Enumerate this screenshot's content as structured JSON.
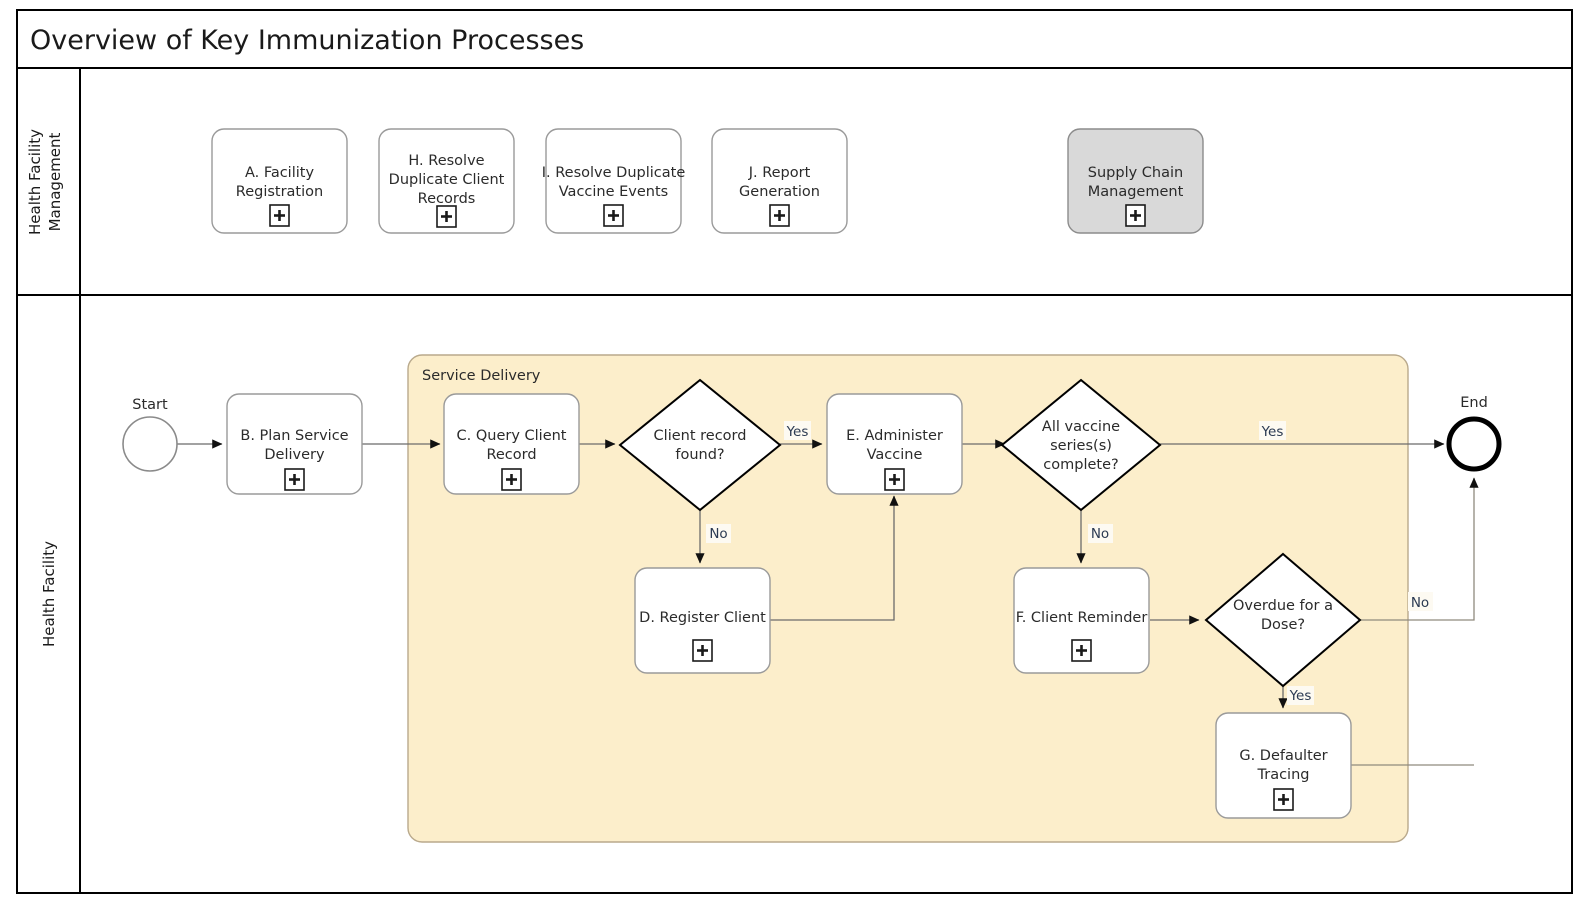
{
  "pool": {
    "title": "Overview of Key Immunization Processes",
    "lanes": [
      {
        "id": "lane-management",
        "label_line1": "Health Facility",
        "label_line2": "Management"
      },
      {
        "id": "lane-facility",
        "label_line1": "Health Facility",
        "label_line2": ""
      }
    ]
  },
  "management_tasks": [
    {
      "id": "task-a",
      "line1": "A. Facility",
      "line2": "Registration",
      "line3": "",
      "shaded": false,
      "marker": "subprocess-plus-icon"
    },
    {
      "id": "task-h",
      "line1": "H. Resolve",
      "line2": "Duplicate Client",
      "line3": "Records",
      "shaded": false,
      "marker": "subprocess-plus-icon"
    },
    {
      "id": "task-i",
      "line1": "I. Resolve Duplicate",
      "line2": "Vaccine Events",
      "line3": "",
      "shaded": false,
      "marker": "subprocess-plus-icon"
    },
    {
      "id": "task-j",
      "line1": "J. Report",
      "line2": "Generation",
      "line3": "",
      "shaded": false,
      "marker": "subprocess-plus-icon"
    },
    {
      "id": "task-supply-chain",
      "line1": "Supply Chain",
      "line2": "Management",
      "line3": "",
      "shaded": true,
      "marker": "subprocess-plus-icon"
    }
  ],
  "events": {
    "start": {
      "id": "start-event",
      "label": "Start"
    },
    "end": {
      "id": "end-event",
      "label": "End"
    }
  },
  "subprocess": {
    "id": "service-delivery-group",
    "label": "Service Delivery",
    "fill": "#fceecb"
  },
  "facility_tasks": [
    {
      "id": "task-b",
      "line1": "B. Plan Service",
      "line2": "Delivery",
      "marker": "subprocess-plus-icon"
    },
    {
      "id": "task-c",
      "line1": "C. Query Client",
      "line2": "Record",
      "marker": "subprocess-plus-icon"
    },
    {
      "id": "task-d",
      "line1": "D. Register Client",
      "line2": "",
      "marker": "subprocess-plus-icon"
    },
    {
      "id": "task-e",
      "line1": "E. Administer",
      "line2": "Vaccine",
      "marker": "subprocess-plus-icon"
    },
    {
      "id": "task-f",
      "line1": "F. Client Reminder",
      "line2": "",
      "marker": "subprocess-plus-icon"
    },
    {
      "id": "task-g",
      "line1": "G. Defaulter",
      "line2": "Tracing",
      "marker": "subprocess-plus-icon"
    }
  ],
  "gateways": [
    {
      "id": "gw-client-record-found",
      "line1": "Client record",
      "line2": "found?",
      "line3": ""
    },
    {
      "id": "gw-series-complete",
      "line1": "All vaccine",
      "line2": "series(s)",
      "line3": "complete?"
    },
    {
      "id": "gw-overdue-dose",
      "line1": "Overdue for a",
      "line2": "Dose?",
      "line3": ""
    }
  ],
  "flow_labels": {
    "record_found_yes": "Yes",
    "record_found_no": "No",
    "series_complete_yes": "Yes",
    "series_complete_no": "No",
    "overdue_yes": "Yes",
    "overdue_no": "No"
  },
  "colors": {
    "subprocess_fill": "#fceecb",
    "shaded_task_fill": "#d9d9d9",
    "flow_stroke": "#8f8a7e",
    "frame_stroke": "#000000",
    "label_text": "#2b3a52"
  }
}
